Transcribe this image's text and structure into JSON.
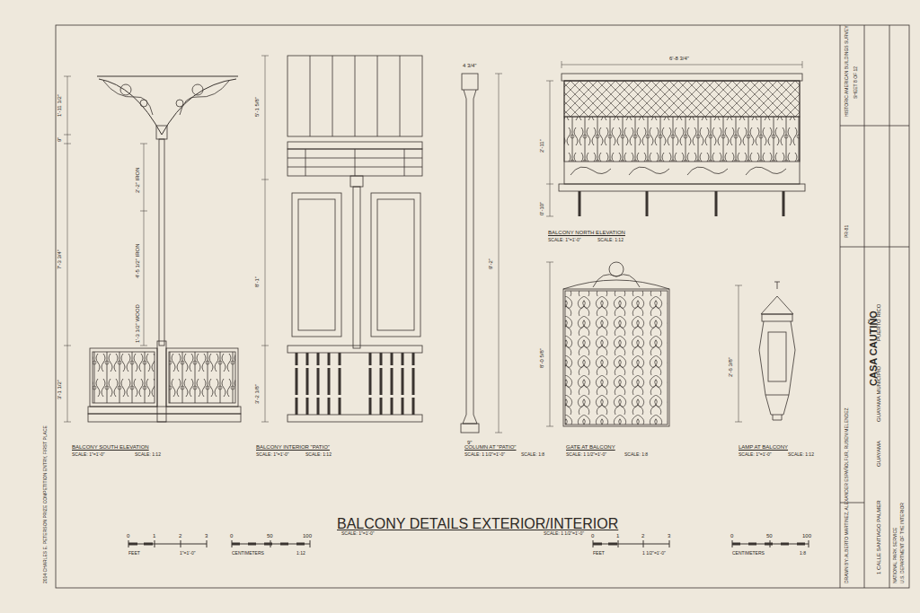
{
  "diagram": {
    "title": "BALCONY DETAILS EXTERIOR/INTERIOR",
    "labels": [
      "BALCONY SOUTH ELEVATION",
      "SCALE: 1\"=1'-0\"",
      "SCALE: 1:12",
      "BALCONY INTERIOR \"PATIO\"",
      "SCALE: 1\"=1'-0\"",
      "SCALE: 1:12",
      "COLUMN AT \"PATIO\"",
      "SCALE: 1 1/2\"=1'-0\"",
      "SCALE: 1:8",
      "GATE AT BALCONY",
      "SCALE: 1 1/2\"=1'-0\"",
      "SCALE: 1:8",
      "LAMP AT BALCONY",
      "SCALE: 1\"=1'-0\"",
      "SCALE: 1:12",
      "BALCONY NORTH ELEVATION",
      "SCALE: 1\"=1'-0\"",
      "SCALE: 1:12",
      "1'-11 1/2\"",
      "9\"",
      "2'-2\" IRON",
      "7'-3 3/4\"",
      "4'-5 1/2\" IRON",
      "1'-3 1/2\" WOOD",
      "3'-1 1/2\"",
      "5'-1 5/8\"",
      "8'-1\"",
      "3'-2 1/8\"",
      "4 3/4\"",
      "9'-2\"",
      "9\"",
      "6'-8 3/4\"",
      "2'-11\"",
      "0'-10\"",
      "8'-0 5/8\"",
      "2'-6 3/8\"",
      "SCALE: 1\"=1'-0\"",
      "SCALE: 1 1/2\"=1'-0\"",
      "0",
      "1",
      "2",
      "3",
      "FEET",
      "1\"=1'-0\"",
      "0",
      "50",
      "100",
      "CENTIMETERS",
      "1:12",
      "0",
      "1",
      "2",
      "3",
      "FEET",
      "1 1/2\"=1'-0\"",
      "0",
      "50",
      "100",
      "CENTIMETERS",
      "1:8",
      "CASA CAUTIÑO",
      "1 CALLE SANTIAGO PALMER",
      "GUAYAMA",
      "GUAYAMA MUNICIPIO",
      "PUERTO RICO",
      "HISTORIC AMERICAN BUILDINGS SURVEY",
      "SHEET 8 OF 12",
      "PR-81",
      "DRAWN BY: ALBERTO MARTINEZ, ALEXANDER ESPAÑOLFUR, RUBEN MELENDEZ",
      "NATIONAL PARK SERVICE",
      "U.S. DEPARTMENT OF THE INTERIOR",
      "2014 CHARLES E. PETERSON PRIZE COMPETITION ENTRY, FIRST PLACE"
    ]
  }
}
